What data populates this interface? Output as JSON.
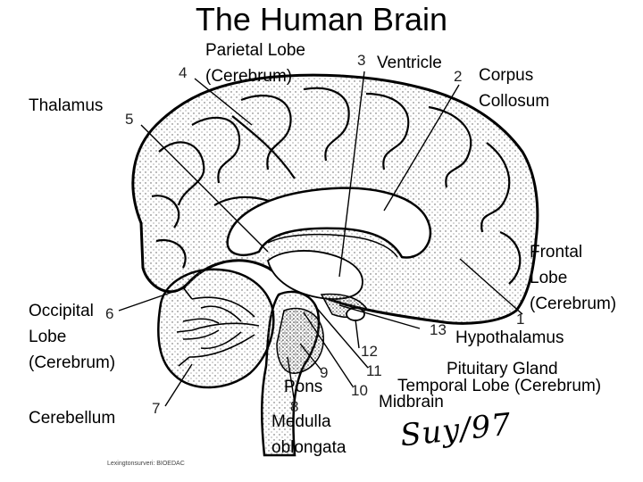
{
  "title": "The Human Brain",
  "labels": {
    "parietal": "Parietal Lobe\n(Cerebrum)",
    "ventricle": "Ventricle",
    "corpus": "Corpus\nCollosum",
    "thalamus": "Thalamus",
    "frontal": "Frontal\nLobe\n(Cerebrum)",
    "occipital": "Occipital\nLobe\n(Cerebrum)",
    "hypothalamus": "Hypothalamus",
    "pituitary": "Pituitary Gland",
    "temporal": "Temporal Lobe (Cerebrum)",
    "midbrain": "Midbrain",
    "pons": "Pons",
    "medulla": "Medulla\noblongata",
    "cerebellum": "Cerebellum"
  },
  "numbers": [
    "1",
    "2",
    "3",
    "4",
    "5",
    "6",
    "7",
    "8",
    "9",
    "10",
    "11",
    "12",
    "13"
  ],
  "signature": "Suy/97",
  "credit": "Lexingtonsurveri: BIOEDAC"
}
